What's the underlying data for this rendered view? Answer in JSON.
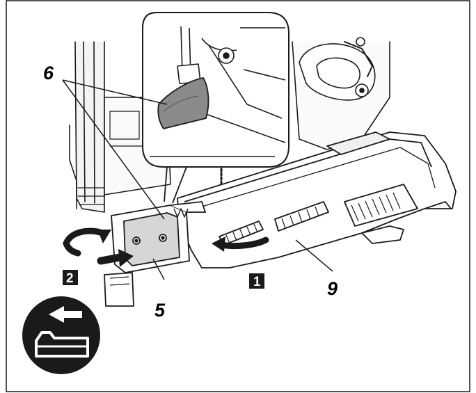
{
  "callouts": {
    "part_6": "6",
    "part_5": "5",
    "part_9": "9"
  },
  "steps": {
    "step_1": "1",
    "step_2": "2"
  },
  "colors": {
    "line": "#1a1a1a",
    "gray_part": "#8a8a8a",
    "light_gray": "#cfcfcf",
    "badge": "#1a1a1a",
    "background": "#ffffff"
  },
  "icons": {
    "battery_removal": "battery-slide-out-icon"
  }
}
